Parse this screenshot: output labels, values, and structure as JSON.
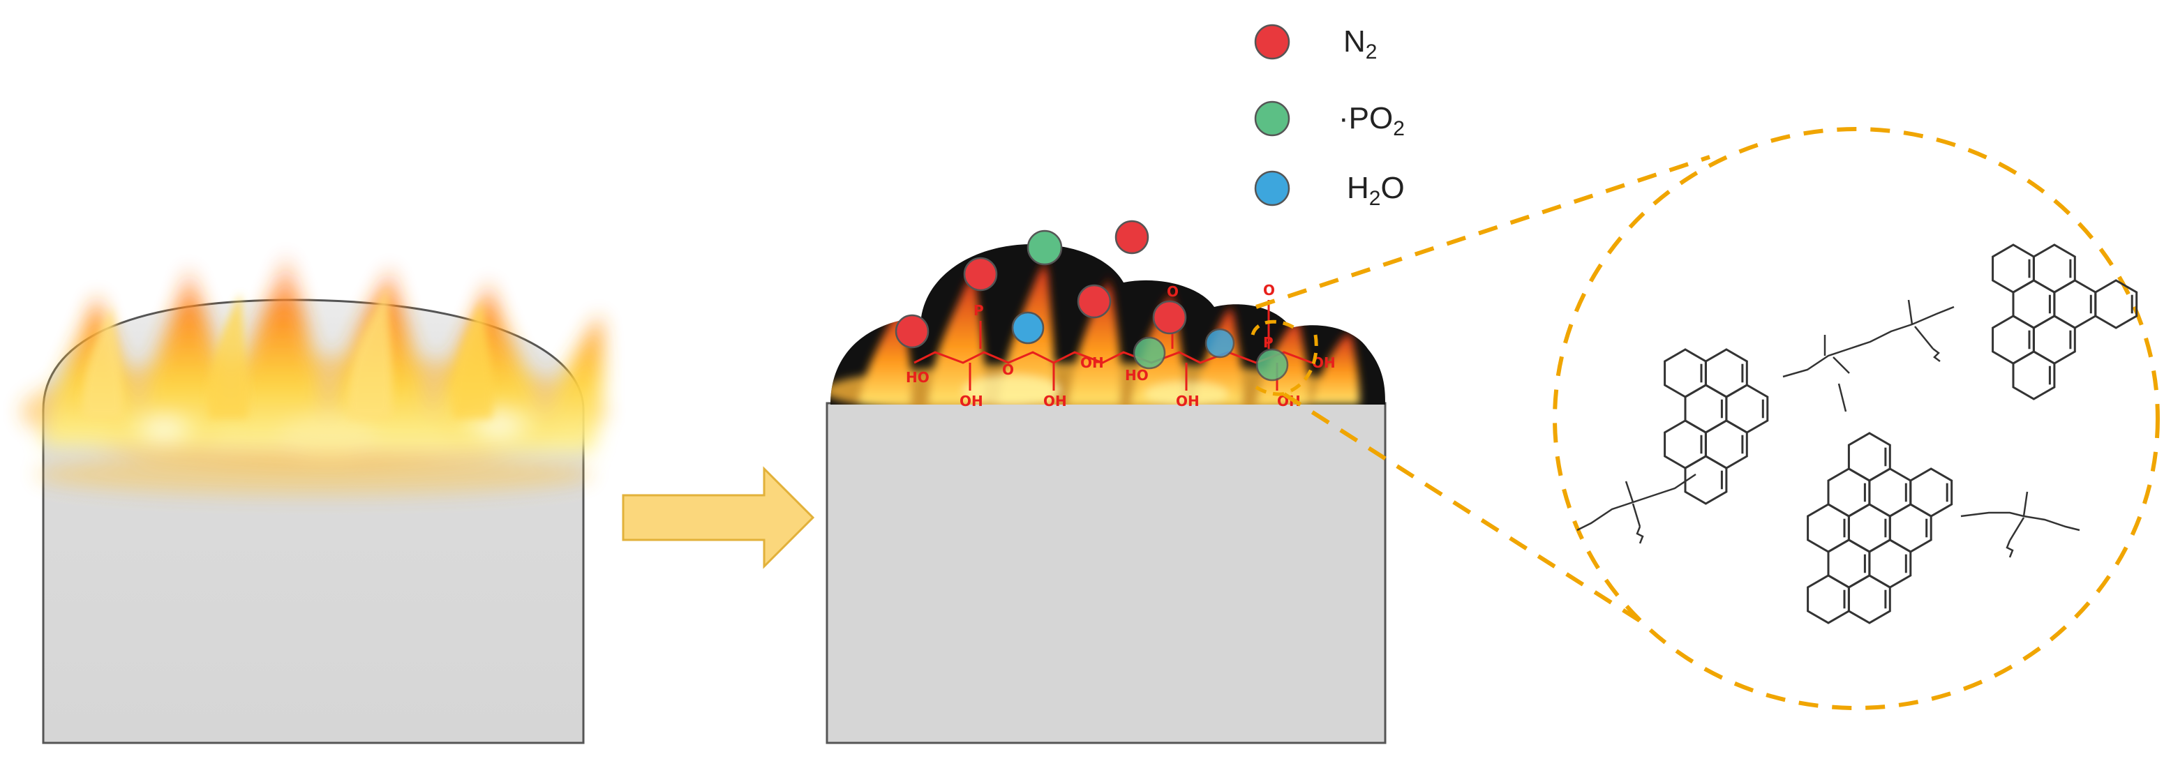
{
  "colors": {
    "n2": "#e8393d",
    "po2": "#5cbf85",
    "h2o": "#3da6dd",
    "accent": "#f0a500",
    "arrow_fill": "#fbd77c",
    "arrow_stroke": "#e2b13a",
    "block": "#d6d6d6",
    "block_stroke": "#555555",
    "char": "#111111",
    "chem_red": "#e8201c"
  },
  "legend": [
    {
      "symbol": "N",
      "sub": "2",
      "after": "",
      "prefix": "",
      "color_key": "n2"
    },
    {
      "symbol": "PO",
      "sub": "2",
      "after": "",
      "prefix": "·",
      "color_key": "po2"
    },
    {
      "symbol": "H",
      "sub": "2",
      "after": "O",
      "prefix": "",
      "color_key": "h2o"
    }
  ],
  "chem_labels": {
    "oh": "OH",
    "ho": "HO",
    "o": "O",
    "p": "P"
  },
  "icons": {
    "transition_arrow": "right-arrow-icon",
    "zoom": "magnifier-circle-icon"
  }
}
